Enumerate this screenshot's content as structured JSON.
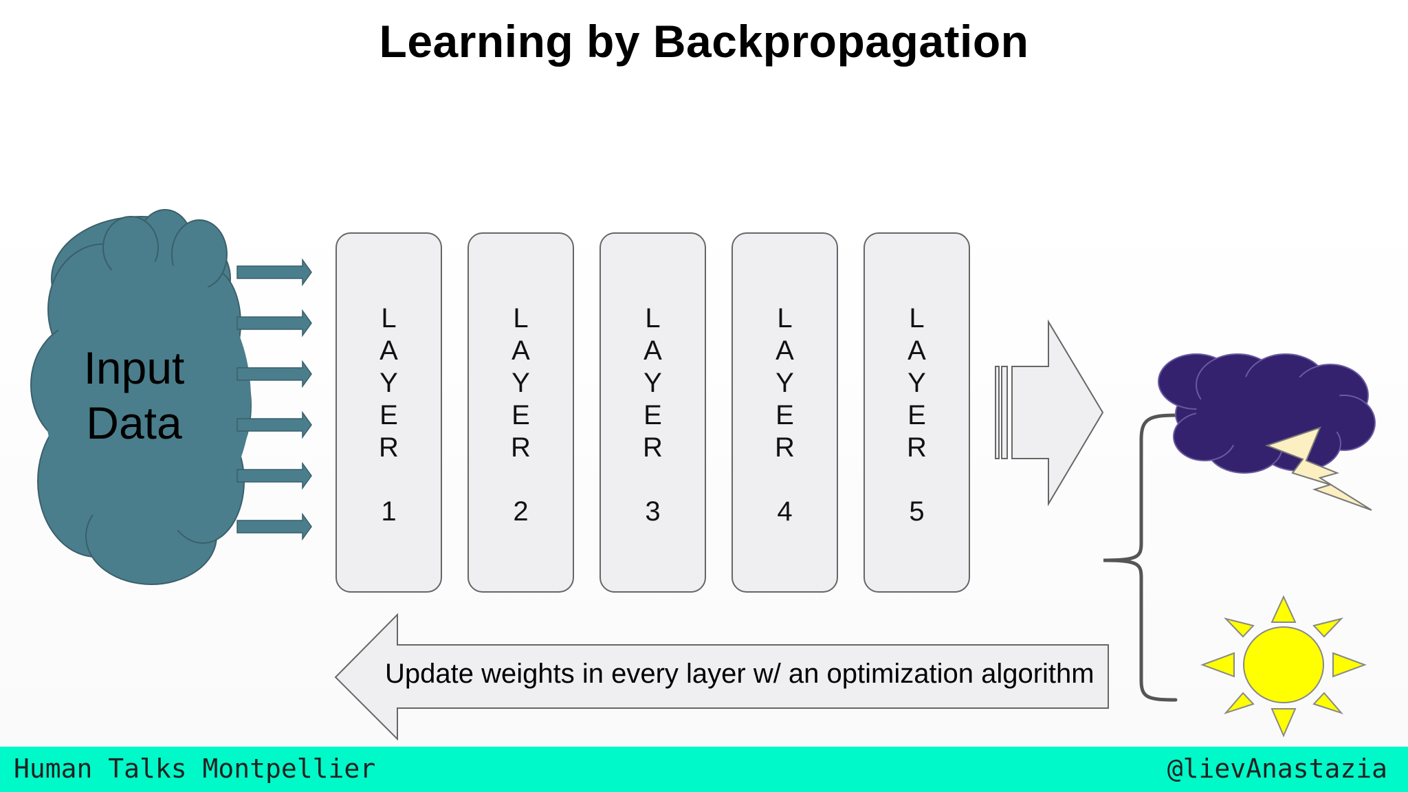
{
  "slide": {
    "title": "Learning by Backpropagation"
  },
  "input_cloud": {
    "label_line1": "Input",
    "label_line2": "Data",
    "color": "#4a7e8c"
  },
  "layers": [
    {
      "letters": [
        "L",
        "A",
        "Y",
        "E",
        "R"
      ],
      "number": "1"
    },
    {
      "letters": [
        "L",
        "A",
        "Y",
        "E",
        "R"
      ],
      "number": "2"
    },
    {
      "letters": [
        "L",
        "A",
        "Y",
        "E",
        "R"
      ],
      "number": "3"
    },
    {
      "letters": [
        "L",
        "A",
        "Y",
        "E",
        "R"
      ],
      "number": "4"
    },
    {
      "letters": [
        "L",
        "A",
        "Y",
        "E",
        "R"
      ],
      "number": "5"
    }
  ],
  "backward_arrow": {
    "label": "Update weights in every layer w/ an optimization algorithm"
  },
  "outputs": {
    "storm_cloud_color": "#35226e",
    "lightning_color": "#fcefc2",
    "sun_color": "#ffff00"
  },
  "footer": {
    "left": "Human Talks Montpellier",
    "right": "@lievAnastazia",
    "color": "#00f9c8"
  }
}
